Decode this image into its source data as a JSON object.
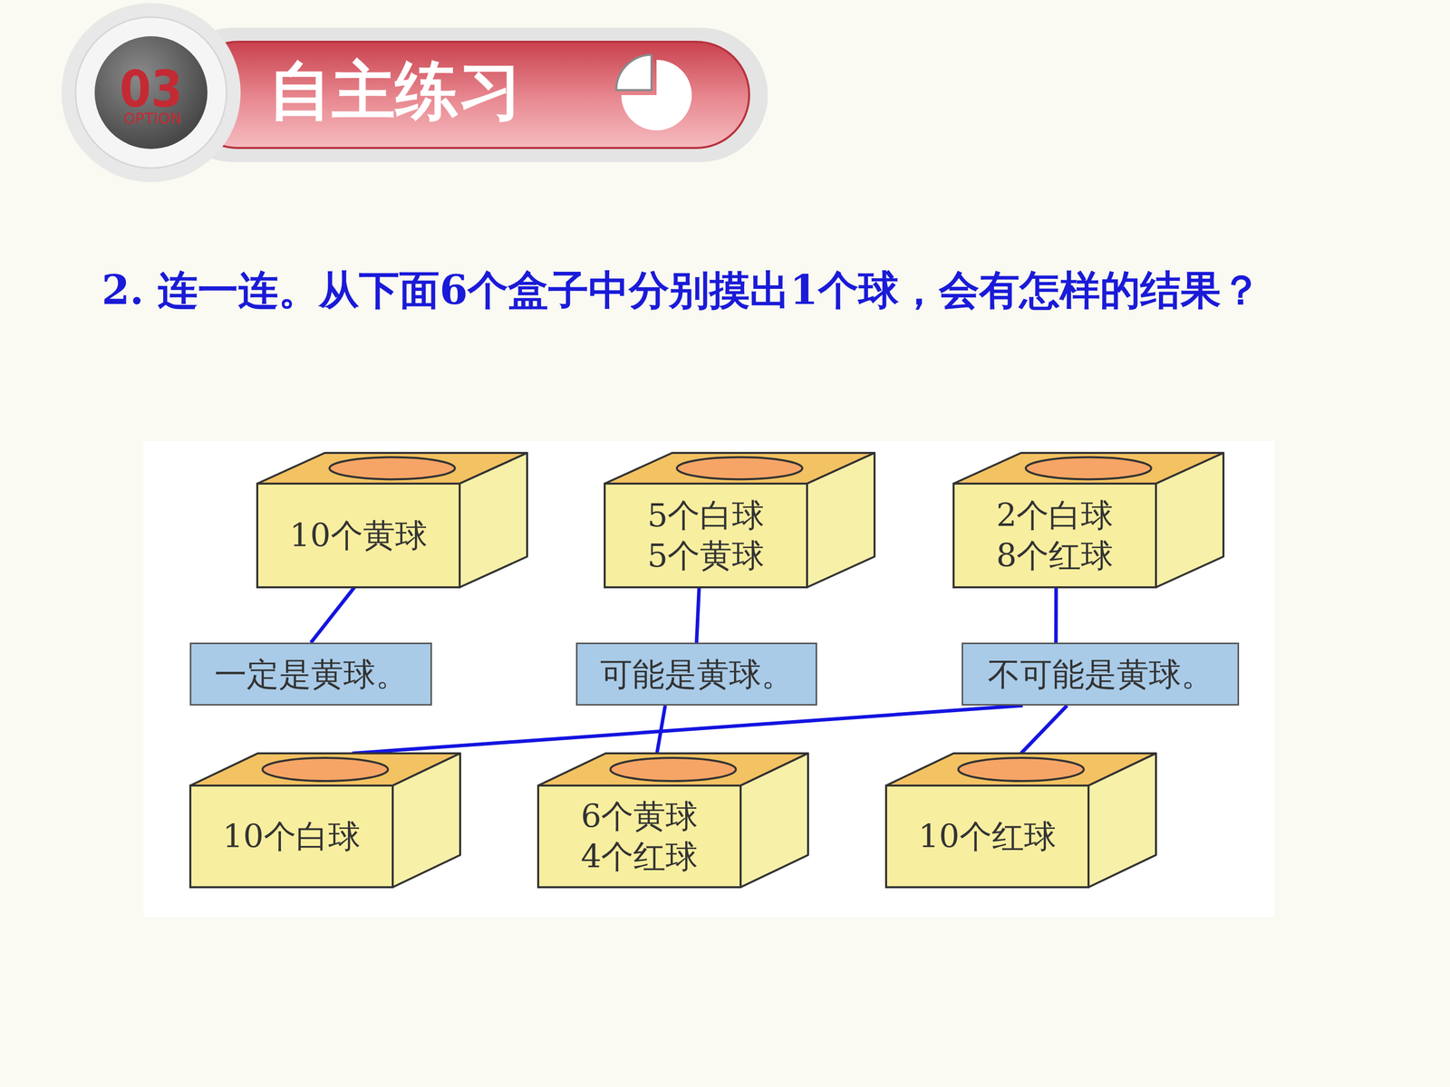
{
  "diagram": {
    "title": "自主练习",
    "nodes": [
      {
        "text": [
          "10个黄球"
        ]
      },
      {
        "text": [
          "5个白球",
          "5个黄球"
        ]
      },
      {
        "text": [
          "2个白球",
          "8个红球"
        ]
      },
      {
        "text": [
          "一定是黄球。"
        ]
      },
      {
        "text": [
          "可能是黄球。"
        ]
      },
      {
        "text": [
          "不可能是黄球。"
        ]
      },
      {
        "text": [
          "10个白球"
        ]
      },
      {
        "text": [
          "6个黄球",
          "4个红球"
        ]
      },
      {
        "text": [
          "10个红球"
        ]
      }
    ],
    "edges": [
      {
        "from": 0,
        "to": 3,
        "arrow": "none"
      },
      {
        "from": 1,
        "to": 4,
        "arrow": "none"
      },
      {
        "from": 2,
        "to": 5,
        "arrow": "none"
      },
      {
        "from": 4,
        "to": 7,
        "arrow": "none"
      },
      {
        "from": 5,
        "to": 6,
        "arrow": "none"
      },
      {
        "from": 5,
        "to": 8,
        "arrow": "none"
      }
    ],
    "labels": [
      "03",
      "OPTION",
      "2. 连一连。从下面6个盒子中分别摸出1个球，会有怎样的结果？"
    ]
  }
}
